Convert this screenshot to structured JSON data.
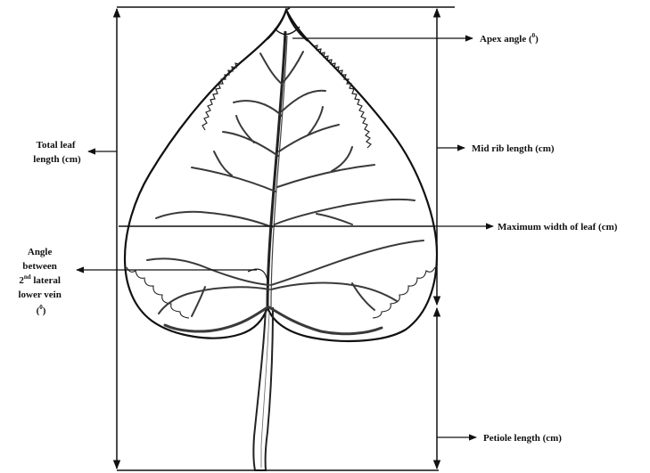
{
  "labels": {
    "apex_angle": {
      "text": "Apex angle (",
      "sup": "0",
      "close": ")"
    },
    "total_leaf_length": {
      "line1": "Total leaf",
      "line2": "length (cm)"
    },
    "mid_rib_length": "Mid rib length (cm)",
    "maximum_width": "Maximum width of leaf (cm)",
    "vein_angle": {
      "line1": "Angle",
      "line2": "between",
      "line3_prefix": "2",
      "line3_sup": "nd",
      "line3_suffix": " lateral",
      "line4": "lower vein",
      "line5_open": "(",
      "line5_sup": "0",
      "line5_close": ")"
    },
    "petiole_length": "Petiole length (cm)"
  },
  "colors": {
    "ink": "#111111",
    "vein": "#3a3a3a",
    "background": "#ffffff"
  }
}
